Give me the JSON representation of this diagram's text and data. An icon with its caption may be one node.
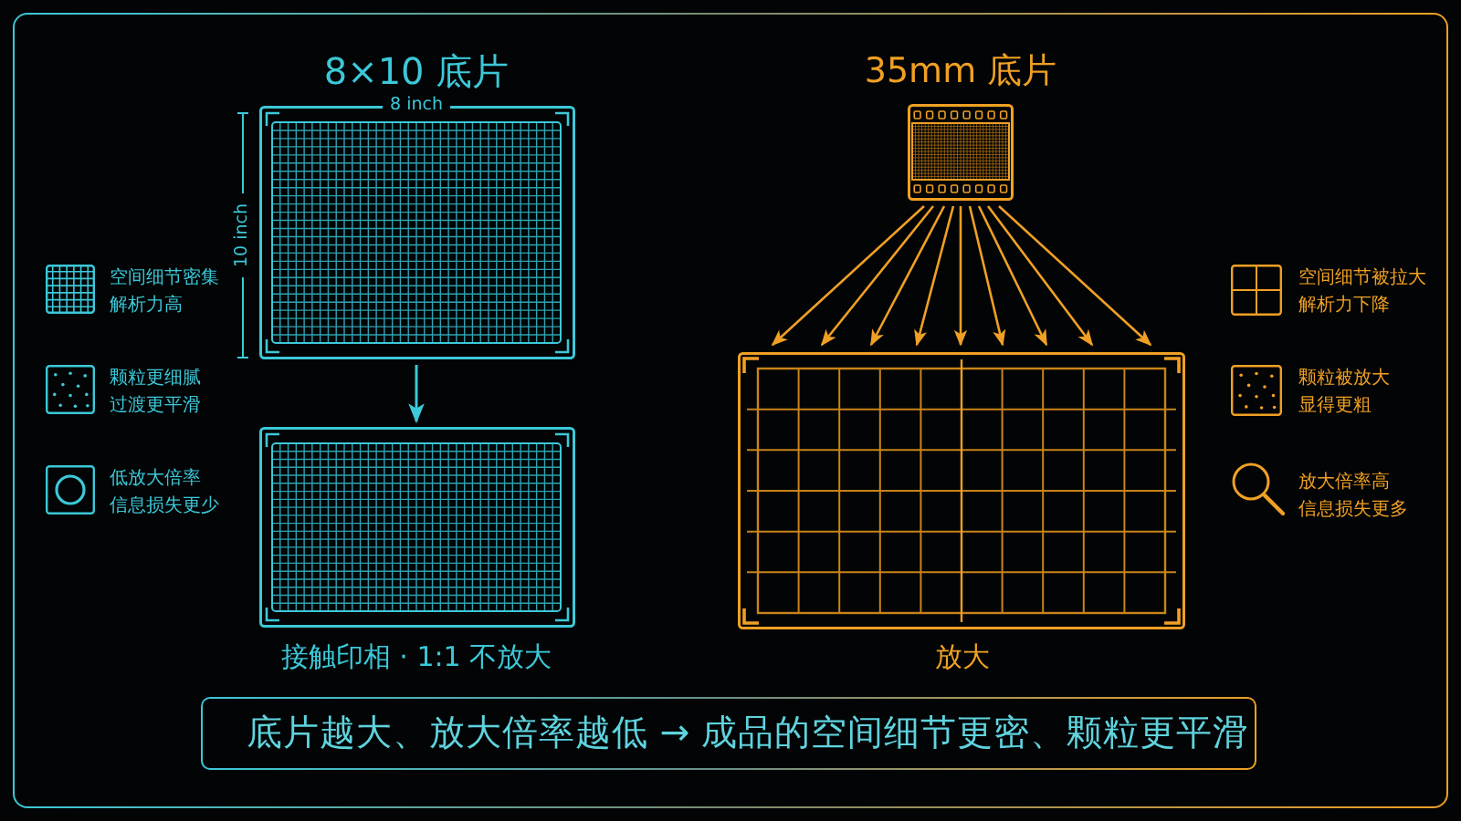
{
  "diagram": {
    "nodes": [
      {
        "text": [
          "8×10 底片"
        ]
      },
      {
        "text": [
          "35mm 底片"
        ]
      },
      {
        "text": [],
        "shape": "box",
        "beside": [
          "接触印相 · 1:1 不放大"
        ]
      },
      {
        "text": [],
        "shape": "box",
        "beside": [
          "放大"
        ]
      },
      {
        "text": [
          "底片越大、放大倍率越低 → 成品的空间细节更密、颗粒更平滑"
        ]
      }
    ],
    "edges": [
      {
        "from": 0,
        "to": 2,
        "arrow": "to",
        "color": "#3cc8d8"
      },
      {
        "from": 1,
        "to": 3,
        "arrow": "to"
      },
      {
        "from": 1,
        "to": 3,
        "arrow": "to"
      },
      {
        "from": 1,
        "to": 3,
        "arrow": "to"
      },
      {
        "from": 1,
        "to": 3,
        "arrow": "to"
      },
      {
        "from": 1,
        "to": 3,
        "arrow": "to"
      },
      {
        "from": 1,
        "to": 3,
        "arrow": "to"
      },
      {
        "from": 1,
        "to": 3,
        "arrow": "to"
      },
      {
        "from": 1,
        "to": 3,
        "arrow": "to"
      },
      {
        "from": 1,
        "to": 3,
        "arrow": "to"
      }
    ],
    "labels": [
      "8 inch",
      "10 inch"
    ],
    "legend": [
      {
        "text": "空间细节密集解析力高"
      },
      {
        "text": "颗粒更细腻过渡更平滑"
      },
      {
        "text": "低放大倍率信息损失更少"
      },
      {
        "text": "空间细节被拉大解析力下降"
      },
      {
        "text": "颗粒被放大显得更粗"
      },
      {
        "text": "放大倍率高信息损失更多"
      }
    ]
  }
}
